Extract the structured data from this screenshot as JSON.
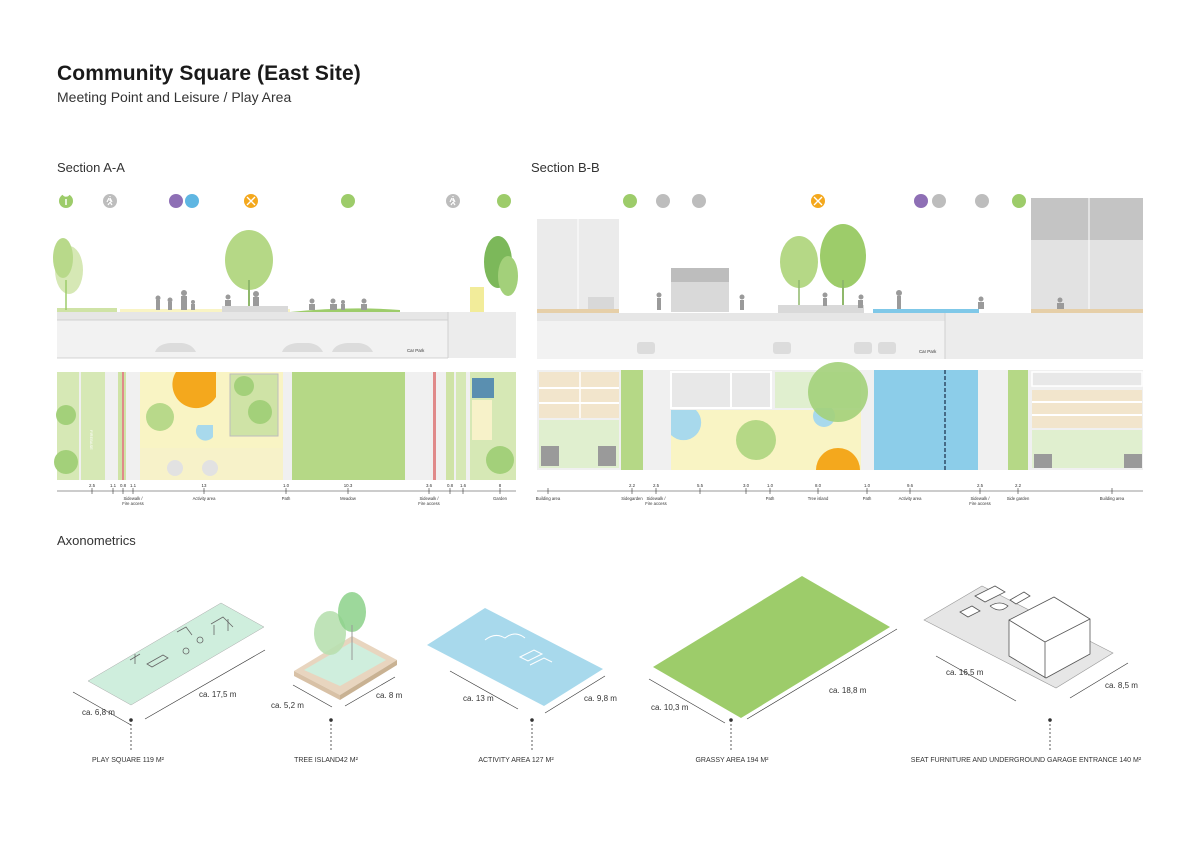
{
  "header": {
    "title": "Community Square (East Site)",
    "subtitle": "Meeting Point and Leisure / Play Area"
  },
  "section_a": {
    "heading": "Section A-A",
    "car_park": "Car Park",
    "dims": [
      {
        "label": "2.5",
        "caption": ""
      },
      {
        "label": "1.1",
        "caption": ""
      },
      {
        "label": "0.8",
        "caption": ""
      },
      {
        "label": "1.1",
        "caption": "Sidewalk /\nFire access"
      },
      {
        "label": "13",
        "caption": "Activity area"
      },
      {
        "label": "1.0",
        "caption": "Path"
      },
      {
        "label": "10.3",
        "caption": "Meadow"
      },
      {
        "label": "3.6",
        "caption": "Sidewalk /\nFire access"
      },
      {
        "label": "0.8",
        "caption": ""
      },
      {
        "label": "1.6",
        "caption": ""
      },
      {
        "label": "8",
        "caption": "Garden"
      }
    ]
  },
  "section_b": {
    "heading": "Section B-B",
    "car_park": "Car Park",
    "dims": [
      {
        "label": "",
        "caption": "Building area"
      },
      {
        "label": "2.2",
        "caption": "Sidegarden"
      },
      {
        "label": "2.5",
        "caption": "Sidewalk /\nFire access"
      },
      {
        "label": "5.5",
        "caption": ""
      },
      {
        "label": "3.0",
        "caption": ""
      },
      {
        "label": "1.0",
        "caption": "Path"
      },
      {
        "label": "8.0",
        "caption": "Tree island"
      },
      {
        "label": "1.0",
        "caption": "Path"
      },
      {
        "label": "9.6",
        "caption": "Activity area"
      },
      {
        "label": "2.5",
        "caption": "Sidewalk /\nFire access"
      },
      {
        "label": "2.2",
        "caption": "Side garden"
      },
      {
        "label": "",
        "caption": "Building area"
      }
    ]
  },
  "axonometrics": {
    "heading": "Axonometrics",
    "items": [
      {
        "label": "PLAY SQUARE 119 M²",
        "dim_a": "ca. 6,8 m",
        "dim_b": "ca. 17,5 m"
      },
      {
        "label": "TREE ISLAND42 M²",
        "dim_a": "ca. 5,2 m",
        "dim_b": "ca. 8 m"
      },
      {
        "label": "ACTIVITY AREA 127 M²",
        "dim_a": "ca. 13 m",
        "dim_b": "ca. 9,8 m"
      },
      {
        "label": "GRASSY AREA 194 M²",
        "dim_a": "ca. 10,3 m",
        "dim_b": "ca. 18,8 m"
      },
      {
        "label": "SEAT FURNITURE AND UNDERGROUND GARAGE ENTRANCE 140 M²",
        "dim_a": "ca. 16,5 m",
        "dim_b": "ca. 8,5 m"
      }
    ]
  },
  "colors": {
    "green": "#9dcc6a",
    "light_green": "#d6e8b5",
    "yellow": "#f9f4c4",
    "orange": "#f4a81d",
    "blue": "#a8d9ec",
    "purple": "#8e6fb5",
    "grey": "#cccccc",
    "dark_grey": "#8a8a8a"
  }
}
